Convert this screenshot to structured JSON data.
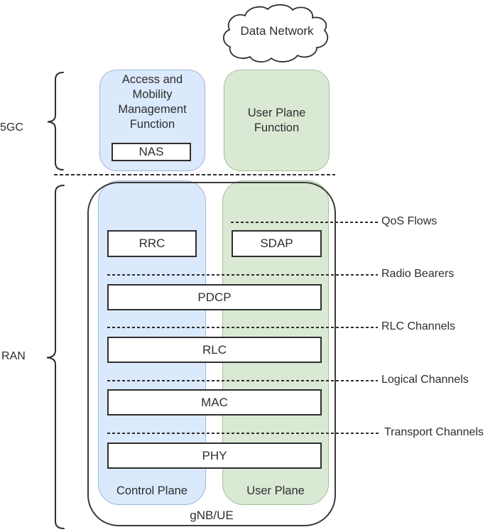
{
  "diagram": {
    "cloud_label": "Data Network",
    "regions": {
      "core": "5GC",
      "ran": "RAN"
    },
    "amf": {
      "title_lines": [
        "Access and",
        "Mobility",
        "Management",
        "Function"
      ],
      "nas_label": "NAS"
    },
    "upf": {
      "title_lines": [
        "User Plane",
        "Function"
      ]
    },
    "protocol_boxes": {
      "rrc": "RRC",
      "sdap": "SDAP",
      "pdcp": "PDCP",
      "rlc": "RLC",
      "mac": "MAC",
      "phy": "PHY"
    },
    "channel_labels": [
      "QoS Flows",
      "Radio Bearers",
      "RLC Channels",
      "Logical Channels",
      "Transport Channels"
    ],
    "planes": {
      "control": "Control Plane",
      "user": "User Plane"
    },
    "node_label": "gNB/UE",
    "colors": {
      "control_plane_fill": "#dbe9fc",
      "control_plane_border": "#9db7de",
      "user_plane_fill": "#dae9d4",
      "user_plane_border": "#a2c09a",
      "box_border": "#2f2f2f",
      "line_color": "#2e2e2e"
    }
  }
}
